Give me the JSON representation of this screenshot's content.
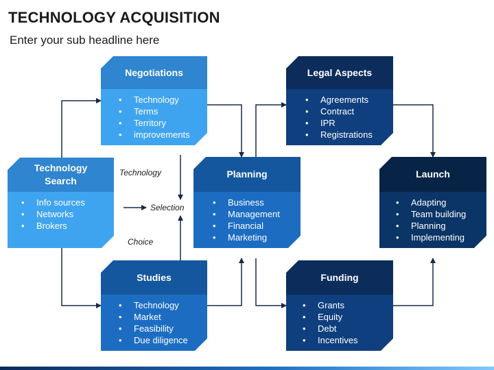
{
  "header": {
    "title": "TECHNOLOGY ACQUISITION",
    "subtitle": "Enter your sub headline here"
  },
  "boxes": {
    "negotiations": {
      "title": "Negotiations",
      "items": [
        "Technology",
        "Terms",
        "Territory",
        "improvements"
      ]
    },
    "tech_search": {
      "title": "Technology Search",
      "title_lines": [
        "Technology",
        "Search"
      ],
      "items": [
        "Info sources",
        "Networks",
        "Brokers"
      ]
    },
    "studies": {
      "title": "Studies",
      "items": [
        "Technology",
        "Market",
        "Feasibility",
        "Due diligence"
      ]
    },
    "planning": {
      "title": "Planning",
      "items": [
        "Business",
        "Management",
        "Financial",
        "Marketing"
      ]
    },
    "legal": {
      "title": "Legal Aspects",
      "items": [
        "Agreements",
        "Contract",
        "IPR",
        "Registrations"
      ]
    },
    "funding": {
      "title": "Funding",
      "items": [
        "Grants",
        "Equity",
        "Debt",
        "Incentives"
      ]
    },
    "launch": {
      "title": "Launch",
      "items": [
        "Adapting",
        "Team building",
        "Planning",
        "Implementing"
      ]
    }
  },
  "labels": {
    "technology": "Technology",
    "selection": "Selection",
    "choice": "Choice"
  },
  "colors": {
    "light_head": "#2f85cf",
    "light_body": "#3fa4ef",
    "mid_head": "#14579e",
    "mid_body": "#1c6dc2",
    "dark_head": "#0c2d5b",
    "dark_body": "#0f3f7e",
    "launch_head": "#072447",
    "launch_body": "#0b3566"
  }
}
